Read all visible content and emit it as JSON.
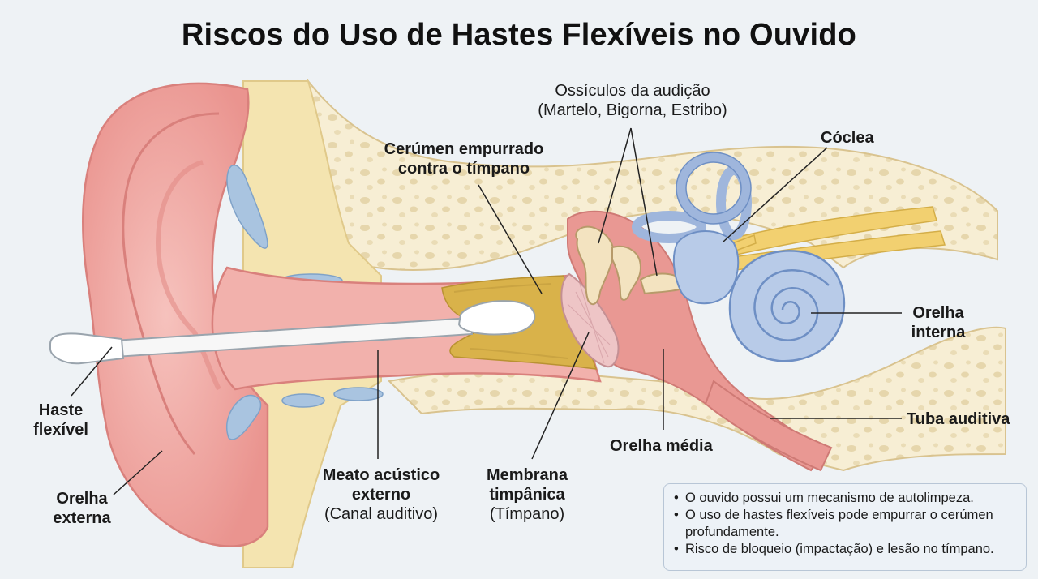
{
  "title": "Riscos do Uso de Hastes Flexíveis no Ouvido",
  "labels": {
    "ossicles_line1": "Ossículos da audição",
    "ossicles_line2": "(Martelo, Bigorna, Estribo)",
    "cochlea": "Cóclea",
    "cerumen_line1": "Cerúmen empurrado",
    "cerumen_line2": "contra o tímpano",
    "inner_ear_line1": "Orelha",
    "inner_ear_line2": "interna",
    "auditory_tube": "Tuba auditiva",
    "middle_ear": "Orelha média",
    "swab_line1": "Haste",
    "swab_line2": "flexível",
    "outer_ear_line1": "Orelha",
    "outer_ear_line2": "externa",
    "canal_line1": "Meato acústico",
    "canal_line2": "externo",
    "canal_line3": "(Canal auditivo)",
    "membrane_line1": "Membrana",
    "membrane_line2": "timpânica",
    "membrane_line3": "(Tímpano)"
  },
  "notes": [
    "O ouvido possui um mecanismo de autolimpeza.",
    "O uso de hastes flexíveis pode empurrar o cerúmen profundamente.",
    "Risco de bloqueio (impactação) e lesão no tímpano."
  ],
  "colors": {
    "background": "#eef2f5",
    "skin": "#f0a8a4",
    "skin_dark": "#d9807c",
    "bone": "#f6ecd0",
    "cartilage": "#f4e4b0",
    "earwax": "#d9b24a",
    "inner_ear": "#b8cbe8",
    "nerve": "#f2d070",
    "fat_pockets": "#a9c4e0"
  }
}
